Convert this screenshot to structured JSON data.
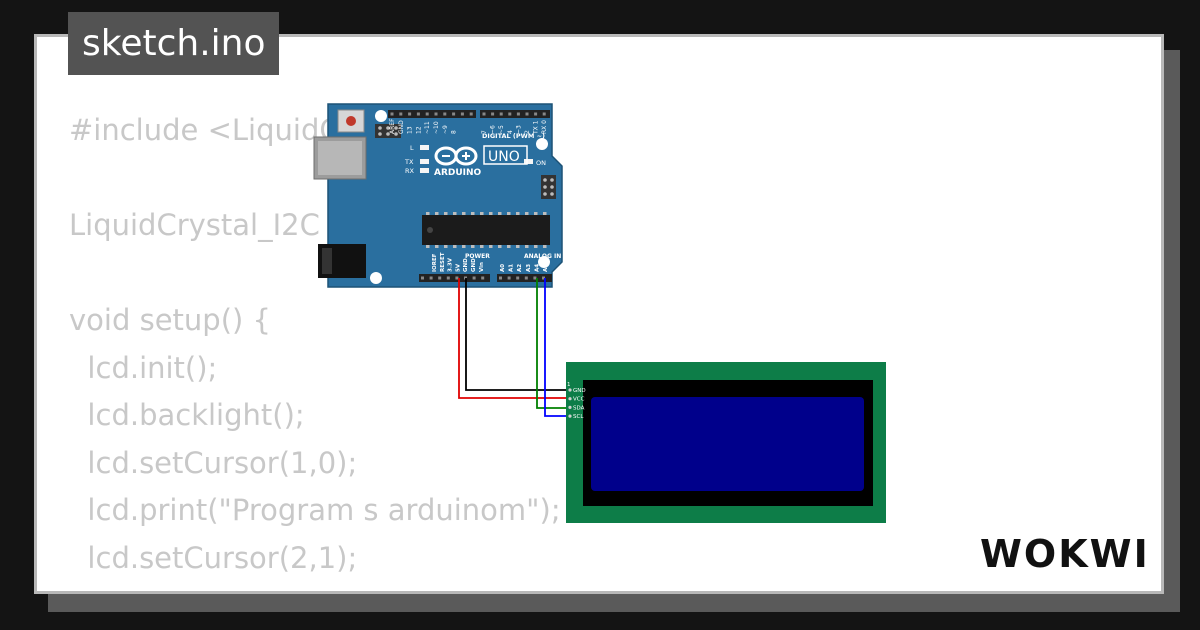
{
  "tab": {
    "label": "sketch.ino"
  },
  "code_lines": [
    "#include <LiquidC",
    "",
    "LiquidCrystal_I2C",
    "",
    "void setup() {",
    "  lcd.init();",
    "  lcd.backlight();",
    "  lcd.setCursor(1,0);",
    "  lcd.print(\"Program s arduinom\");",
    "  lcd.setCursor(2,1);"
  ],
  "arduino": {
    "model": "UNO",
    "brand": "ARDUINO",
    "header_digital": "DIGITAL (PWM ~)",
    "header_power": "POWER",
    "header_analog": "ANALOG IN",
    "led_l": "L",
    "led_tx": "TX",
    "led_rx": "RX",
    "led_on": "ON",
    "digital_pins": [
      "AREF",
      "GND",
      "13",
      "12",
      "~11",
      "~10",
      "~9",
      "8",
      "7",
      "~6",
      "~5",
      "4",
      "~3",
      "2",
      "TX 1",
      "RX 0"
    ],
    "power_pins": [
      "IOREF",
      "RESET",
      "3.3V",
      "5V",
      "GND",
      "GND",
      "Vin"
    ],
    "analog_pins": [
      "A0",
      "A1",
      "A2",
      "A3",
      "A4",
      "A5"
    ]
  },
  "lcd": {
    "pin_marker": "1",
    "pins": [
      "GND",
      "VCC",
      "SDA",
      "SCL"
    ]
  },
  "wires": {
    "gnd_color": "#000000",
    "vcc_color": "#e00000",
    "sda_color": "#008000",
    "scl_color": "#0000ff"
  },
  "brand": {
    "logo": "WOKWI"
  },
  "colors": {
    "board": "#2a6f9f",
    "lcd_pcb": "#0d7d48",
    "lcd_screen": "#00008b"
  }
}
